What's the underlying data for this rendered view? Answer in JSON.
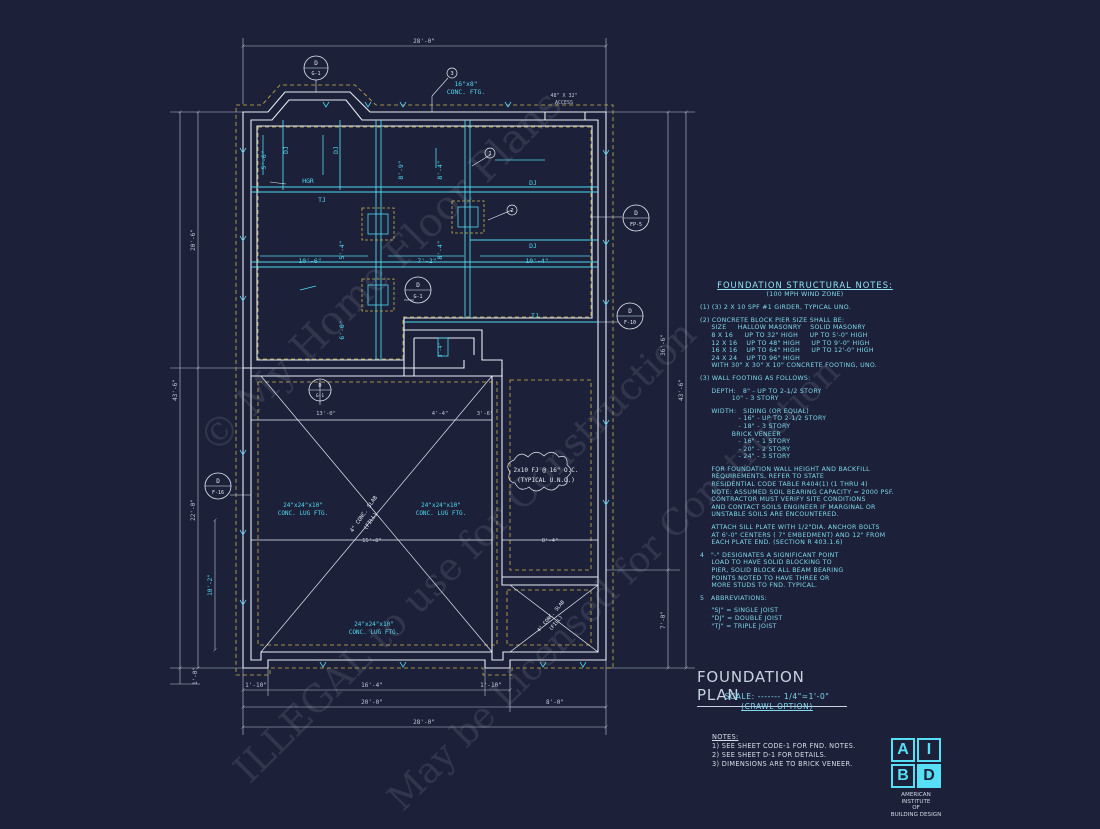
{
  "plan": {
    "title": "FOUNDATION PLAN",
    "scale": "SCALE: ------- 1/4\"=1'-0\"",
    "option": "(CRAWL OPTION)"
  },
  "dimensions": {
    "top_overall": "28'-0\"",
    "bottom_overall": "28'-0\"",
    "bottom_left": "20'-0\"",
    "bottom_right": "8'-0\"",
    "bottom_seg1": "1'-10\"",
    "bottom_seg2": "16'-4\"",
    "bottom_seg3": "1'-10\"",
    "left_overall": "43'-6\"",
    "left_upper": "20'-6\"",
    "left_lower": "22'-0\"",
    "left_small": "1'-0\"",
    "right_overall": "43'-6\"",
    "right_upper": "36'-6\"",
    "right_lower": "7'-0\"",
    "d1": "5'-6\"",
    "d2": "8'-9\"",
    "d3": "8'-4\"",
    "d4": "5'-4\"",
    "d5": "8'-4\"",
    "d6": "10'-6\"",
    "d7": "7'-2\"",
    "d8": "10'-4\"",
    "d9": "6'-0\"",
    "d10": "13'-0\"",
    "d11": "4'-4\"",
    "d12": "3'-6\"",
    "d13": "3'-4\"",
    "d14": "15'-8\"",
    "d15": "8'-4\"",
    "d16": "10'-2\"",
    "d17": "2'-0\"",
    "access": "48\" X 32\"",
    "access2": "ACCESS"
  },
  "labels": {
    "ftg_top1": "16\"x8\"",
    "ftg_top2": "CONC. FTG.",
    "hgr": "HGR",
    "tj1": "TJ",
    "tj2": "TJ",
    "dj1": "DJ",
    "dj2": "DJ",
    "dj3": "DJ",
    "dj4": "DJ",
    "sj1": "DJ",
    "lug1a": "24\"x24\"x10\"",
    "lug1b": "CONC. LUG FTG.",
    "lug2a": "24\"x24\"x10\"",
    "lug2b": "CONC. LUG FTG.",
    "lug3a": "24\"x24\"x10\"",
    "lug3b": "CONC. LUG FTG.",
    "slab1": "4\" CONC. SLAB",
    "slab1b": "(FILL)",
    "slab2": "4\" CONC. SLAB",
    "slab2b": "(FILL)",
    "cloud1": "2x10 FJ @ 16\" O.C.",
    "cloud2": "(TYPICAL U.N.O.)",
    "marker1": "1",
    "marker2": "2",
    "marker3": "3"
  },
  "callouts": [
    {
      "top": "D",
      "bottom": "G-1"
    },
    {
      "top": "D",
      "bottom": "FP-5"
    },
    {
      "top": "D",
      "bottom": "G-1"
    },
    {
      "top": "D",
      "bottom": "F-10"
    },
    {
      "top": "D",
      "bottom": "G-1"
    },
    {
      "top": "D",
      "bottom": "F-16"
    }
  ],
  "notes": {
    "title": "FOUNDATION STRUCTURAL NOTES:",
    "sub": "(100 MPH WIND ZONE)",
    "lines": [
      "(1) (3) 2 x 10 SPF #1 GIRDER, TYPICAL UNO.",
      "",
      "(2) CONCRETE BLOCK PIER SIZE SHALL BE:",
      "     SIZE     HALLOW MASONRY    SOLID MASONRY",
      "     8 x 16     UP TO 32\" HIGH     UP TO 5'-0\" HIGH",
      "     12 x 16    UP TO 48\" HIGH     UP TO 9'-0\" HIGH",
      "     16 x 16    UP TO 64\" HIGH     UP TO 12'-0\" HIGH",
      "     24 x 24    UP TO 96\" HIGH",
      "     WITH 30\" x 30\" x 10\" CONCRETE FOOTING, UNO.",
      "",
      "(3) WALL FOOTING AS FOLLOWS:",
      "",
      "     DEPTH:   8\" - UP TO 2-1/2 STORY",
      "              10\" - 3 STORY",
      "",
      "     WIDTH:   SIDING (OR EQUAL)",
      "                 - 16\" - UP TO 2-1/2 STORY",
      "                 - 18\" - 3 STORY",
      "              BRICK VENEER",
      "                 - 16\" - 1 STORY",
      "                 - 20\" - 2 STORY",
      "                 - 24\" - 3 STORY",
      "",
      "     FOR FOUNDATION WALL HEIGHT AND BACKFILL",
      "     REQUIREMENTS, REFER TO STATE",
      "     RESIDENTIAL CODE TABLE R404(1) (1 THRU 4)",
      "     NOTE: ASSUMED SOIL BEARING CAPACITY = 2000 PSF.",
      "     CONTRACTOR MUST VERIFY SITE CONDITIONS",
      "     AND CONTACT SOILS ENGINEER IF MARGINAL OR",
      "     UNSTABLE SOILS ARE ENCOUNTERED.",
      "",
      "     ATTACH SILL PLATE WITH 1/2\"dia. ANCHOR BOLTS",
      "     AT 6'-0\" CENTERS ( 7\" EMBEDMENT) AND 12\" FROM",
      "     EACH PLATE END. (SECTION R 403.1.6)",
      "",
      "4   \"-\" DESIGNATES A SIGNIFICANT POINT",
      "     LOAD TO HAVE SOLID BLOCKING TO",
      "     PIER, SOLID BLOCK ALL BEAM BEARING",
      "     POINTS NOTED TO HAVE THREE OR",
      "     MORE STUDS TO FND. TYPICAL.",
      "",
      "5   ABBREVIATIONS:",
      "",
      "     \"SJ\" = SINGLE JOIST",
      "     \"DJ\" = DOUBLE JOIST",
      "     \"TJ\" = TRIPLE JOIST"
    ]
  },
  "general_notes": {
    "heading": "NOTES:",
    "n1": "1)  SEE SHEET CODE-1 FOR FND. NOTES.",
    "n2": "2)  SEE SHEET D-1 FOR DETAILS.",
    "n3": "3)  DIMENSIONS ARE TO BRICK VENEER."
  },
  "logo": {
    "a": "A",
    "i": "I",
    "b": "B",
    "d": "D",
    "line1": "AMERICAN INSTITUTE",
    "line2": "OF",
    "line3": "BUILDING DESIGN"
  },
  "watermarks": {
    "w1": "© My Home Floor Plans",
    "w2": "ILLEGAL to use for Construction",
    "w3": "May be Licensed for Construction"
  },
  "colors": {
    "background": "#1c2139",
    "wall": "#e6edf5",
    "cyan": "#4fd8ef",
    "dashed": "#c9b54a",
    "dim": "#bcc6d6"
  }
}
